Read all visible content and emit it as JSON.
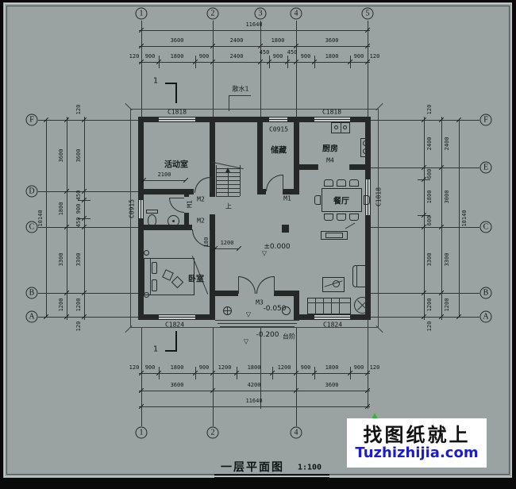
{
  "meta": {
    "bg": "#9aa3a2",
    "ink": "#262b2a",
    "watermark_blue": "#1b1bd1"
  },
  "title": {
    "name": "一层平面图",
    "scale": "1:100"
  },
  "watermark": {
    "line1": "找图纸就上",
    "line2": "Tuzhizhijia.com"
  },
  "grid": {
    "top": [
      "1",
      "2",
      "3",
      "4",
      "5"
    ],
    "bottom": [
      "1",
      "2",
      "4"
    ],
    "left": [
      "F",
      "D",
      "C",
      "B",
      "A"
    ],
    "right": [
      "F",
      "E",
      "C",
      "B",
      "A"
    ]
  },
  "dims": {
    "overall_h": "11640",
    "overall_v": "10140",
    "edge": "120",
    "top_major": [
      "3600",
      "2400",
      "1800",
      "3600"
    ],
    "top_minor": [
      "120",
      "900",
      "1800",
      "900",
      "2400",
      "450",
      "900",
      "450",
      "900",
      "1800",
      "900",
      "120"
    ],
    "bottom_minor": [
      "120",
      "900",
      "1800",
      "900",
      "1200",
      "1800",
      "1200",
      "900",
      "1800",
      "900",
      "120"
    ],
    "bottom_major": [
      "3600",
      "4200",
      "3600"
    ],
    "left_inner": [
      "3600",
      "450",
      "900",
      "450",
      "3300",
      "1200"
    ],
    "left_outer": [
      "3600",
      "1800",
      "3300",
      "1200"
    ],
    "right_inner": [
      "2400",
      "600",
      "1800",
      "600",
      "3300",
      "1200"
    ],
    "right_outer": [
      "2400",
      "3000",
      "3300",
      "1200"
    ],
    "interior": {
      "activity_width": "2100",
      "hall_width": "1200",
      "wall_offset": "180"
    }
  },
  "rooms": {
    "activity": "活动室",
    "storage": "储藏",
    "kitchen": "厨房",
    "dining": "餐厅",
    "bedroom": "卧室"
  },
  "openings": {
    "window_c1818": "C1818",
    "window_c0915": "C0915",
    "window_c1824": "C1824",
    "door_m1": "M1",
    "door_m2": "M2",
    "door_m3": "M3",
    "door_m4": "M4"
  },
  "levels": {
    "zero": "±0.000",
    "porch": "-0.050",
    "ground": "-0.200",
    "steps": "台阶"
  },
  "stairs": {
    "up": "上"
  },
  "notes": {
    "apron": "散水1",
    "section_mark": "1"
  }
}
